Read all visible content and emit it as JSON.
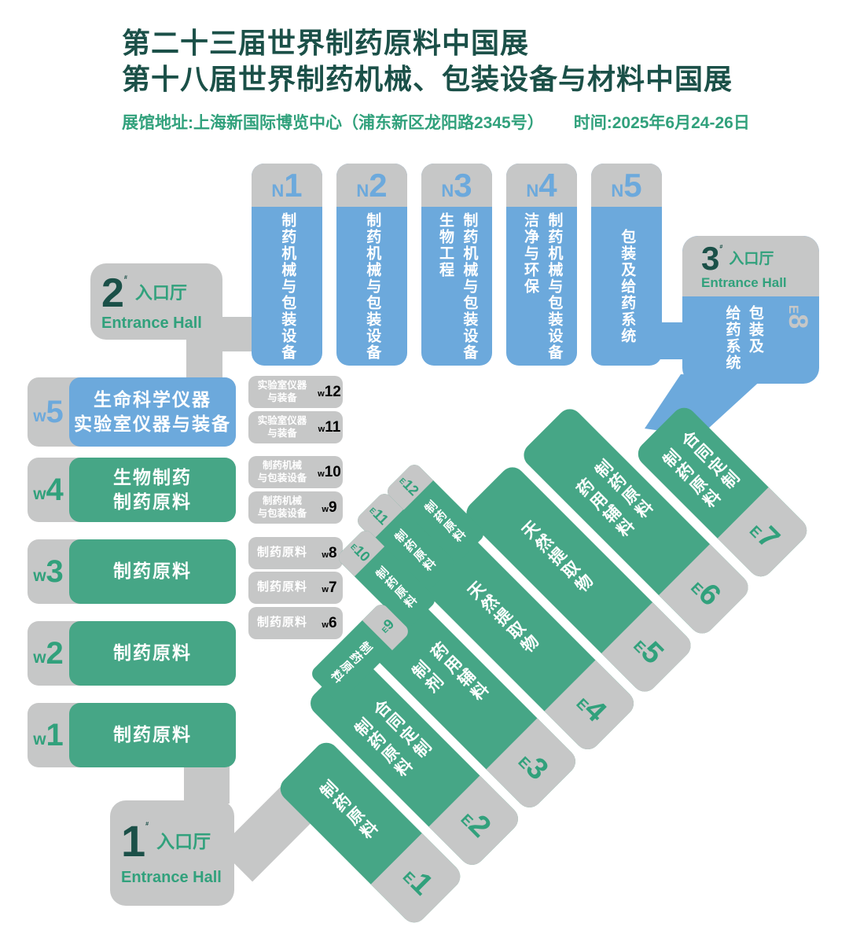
{
  "header": {
    "title1": "第二十三届世界制药原料中国展",
    "title2": "第十八届世界制药机械、包装设备与材料中国展",
    "venue": "展馆地址:上海新国际博览中心（浦东新区龙阳路2345号）",
    "time": "时间:2025年6月24-26日"
  },
  "colors": {
    "hall_green": "#46a686",
    "hall_blue": "#6ca9dc",
    "corridor_gray": "#c6c7c7",
    "title_dark": "#1b5048",
    "accent_green": "#31a17c",
    "text_white": "#ffffff"
  },
  "entrances": [
    {
      "num": "1",
      "hash": "#",
      "cn": "入口厅",
      "en": "Entrance Hall"
    },
    {
      "num": "2",
      "hash": "#",
      "cn": "入口厅",
      "en": "Entrance Hall"
    },
    {
      "num": "3",
      "hash": "#",
      "cn": "入口厅",
      "en": "Entrance Hall"
    }
  ],
  "n_halls": [
    {
      "prefix": "N",
      "num": "1",
      "cols": [
        "制药机械与包装设备",
        ""
      ]
    },
    {
      "prefix": "N",
      "num": "2",
      "cols": [
        "制药机械与包装设备",
        ""
      ]
    },
    {
      "prefix": "N",
      "num": "3",
      "cols": [
        "制药机械与包装设备",
        "生物工程"
      ]
    },
    {
      "prefix": "N",
      "num": "4",
      "cols": [
        "制药机械与包装设备",
        "洁净与环保"
      ]
    },
    {
      "prefix": "N",
      "num": "5",
      "cols": [
        "包装及给药系统",
        ""
      ]
    }
  ],
  "w_halls": [
    {
      "prefix": "w",
      "num": "5",
      "lines": [
        "生命科学仪器",
        "实验室仪器与装备"
      ]
    },
    {
      "prefix": "w",
      "num": "4",
      "lines": [
        "生物制药",
        "制药原料"
      ]
    },
    {
      "prefix": "w",
      "num": "3",
      "lines": [
        "制药原料",
        ""
      ]
    },
    {
      "prefix": "w",
      "num": "2",
      "lines": [
        "制药原料",
        ""
      ]
    },
    {
      "prefix": "w",
      "num": "1",
      "lines": [
        "制药原料",
        ""
      ]
    }
  ],
  "w_small": [
    {
      "prefix": "w",
      "num": "12",
      "lines": [
        "实验室仪器",
        "与装备"
      ]
    },
    {
      "prefix": "w",
      "num": "11",
      "lines": [
        "实验室仪器",
        "与装备"
      ]
    },
    {
      "prefix": "w",
      "num": "10",
      "lines": [
        "制药机械",
        "与包装设备"
      ]
    },
    {
      "prefix": "w",
      "num": "9",
      "lines": [
        "制药机械",
        "与包装设备"
      ]
    },
    {
      "prefix": "w",
      "num": "8",
      "lines": [
        "制药原料",
        ""
      ]
    },
    {
      "prefix": "w",
      "num": "7",
      "lines": [
        "制药原料",
        ""
      ]
    },
    {
      "prefix": "w",
      "num": "6",
      "lines": [
        "制药原料",
        ""
      ]
    }
  ],
  "e_halls": [
    {
      "prefix": "E",
      "num": "1",
      "cols": [
        "制药原料",
        ""
      ]
    },
    {
      "prefix": "E",
      "num": "2",
      "cols": [
        "合同定制",
        "制药原料"
      ]
    },
    {
      "prefix": "E",
      "num": "3",
      "cols": [
        "药用辅料",
        "制剂"
      ]
    },
    {
      "prefix": "E",
      "num": "4",
      "cols": [
        "天然提取物",
        ""
      ]
    },
    {
      "prefix": "E",
      "num": "5",
      "cols": [
        "天然提取物",
        ""
      ]
    },
    {
      "prefix": "E",
      "num": "6",
      "cols": [
        "制药原料",
        "药用辅料"
      ]
    },
    {
      "prefix": "E",
      "num": "7",
      "cols": [
        "合同定制",
        "制药原料"
      ]
    },
    {
      "prefix": "E",
      "num": "8",
      "cols": [
        "包装及",
        "给药系统"
      ]
    },
    {
      "prefix": "E",
      "num": "9",
      "cols": [
        "制药原料",
        ""
      ]
    },
    {
      "prefix": "E",
      "num": "10",
      "cols": [
        "制药原料",
        ""
      ]
    },
    {
      "prefix": "E",
      "num": "11",
      "cols": [
        "制药原料",
        ""
      ]
    },
    {
      "prefix": "E",
      "num": "12",
      "cols": [
        "制药原料",
        ""
      ]
    }
  ]
}
